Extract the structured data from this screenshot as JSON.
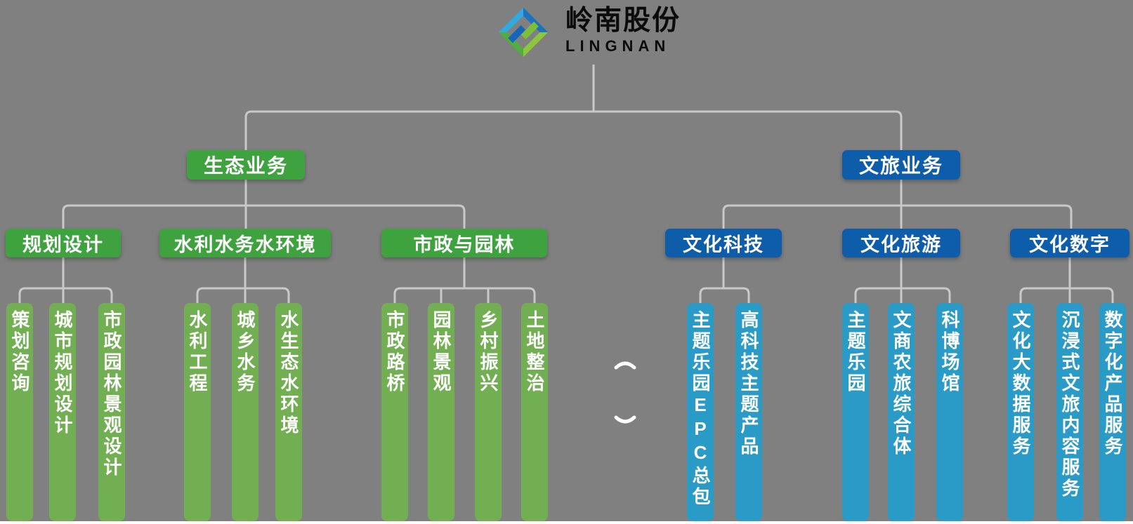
{
  "logo": {
    "name_zh": "岭南股份",
    "name_en": "LINGNAN"
  },
  "org": {
    "branches": [
      {
        "label": "生态业务",
        "groups": [
          {
            "label": "规划设计",
            "leaves": [
              "策划咨询",
              "城市规划设计",
              "市政园林景观设计"
            ]
          },
          {
            "label": "水利水务水环境",
            "leaves": [
              "水利工程",
              "城乡水务",
              "水生态水环境"
            ]
          },
          {
            "label": "市政与园林",
            "leaves": [
              "市政路桥",
              "园林景观",
              "乡村振兴",
              "土地整治"
            ]
          }
        ]
      },
      {
        "label": "文旅业务",
        "groups": [
          {
            "label": "文化科技",
            "leaves": [
              "主题乐园EPC总包",
              "高科技主题产品"
            ]
          },
          {
            "label": "文化旅游",
            "leaves": [
              "主题乐园",
              "文商农旅综合体",
              "科博场馆"
            ]
          },
          {
            "label": "文化数字",
            "leaves": [
              "文化大数据服务",
              "沉浸式文旅内容服务",
              "数字化产品服务"
            ]
          }
        ]
      }
    ]
  },
  "colors": {
    "background": "#808080",
    "connector_line": "#C9C9C9",
    "ecology_badge": "#3EA33F",
    "ecology_bar": "#72AE52",
    "culture_badge": "#0D5DAA",
    "culture_bar": "#2A9AC6",
    "badge_text": "#FFFFFF",
    "logo_blue_light": "#33A9E0",
    "logo_blue_dark": "#1B72C0",
    "logo_green_light": "#8CC63F",
    "logo_green_dark": "#4FAE3D",
    "separator_mark": "#FFFFFF"
  }
}
